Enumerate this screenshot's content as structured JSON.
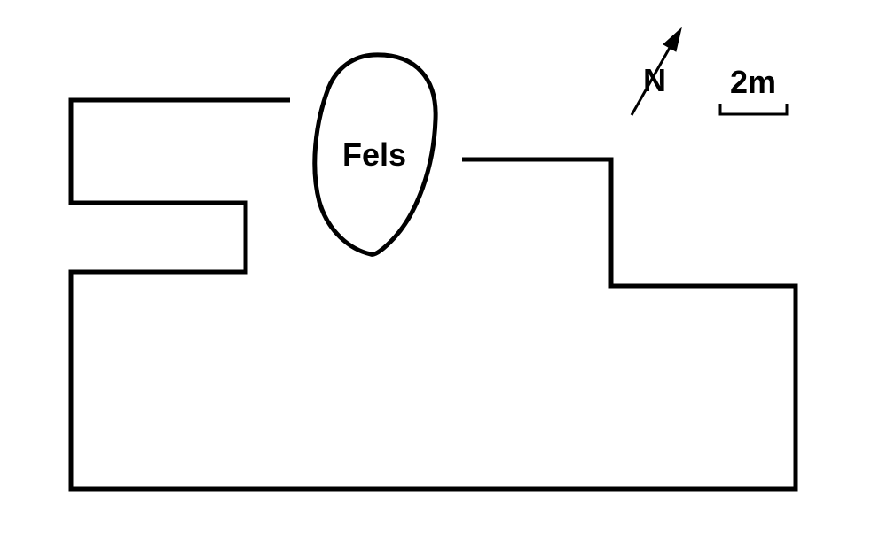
{
  "diagram": {
    "rock_label": "Fels",
    "north_label": "N",
    "scale_label": "2m",
    "line_color": "#000000",
    "background_color": "#ffffff"
  }
}
